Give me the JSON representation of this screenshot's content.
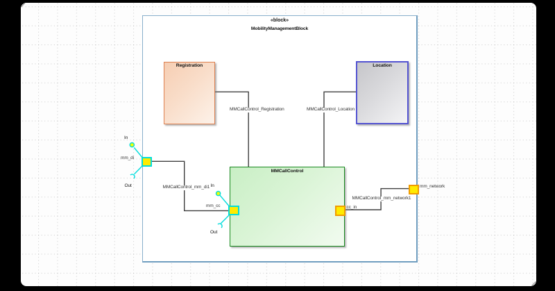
{
  "diagram": {
    "frame": {
      "stereotype": "«block»",
      "name": "MobilityManagementBlock"
    },
    "blocks": [
      {
        "id": "Registration",
        "title": "Registration",
        "border_color": "#dd8050",
        "fill_from": "#f6ceb3",
        "fill_to": "#fdf2e9"
      },
      {
        "id": "Location",
        "title": "Location",
        "border_color": "#5353d1",
        "fill_from": "#c6c6ca",
        "fill_to": "#f4f4f6"
      },
      {
        "id": "MMCallControl",
        "title": "MMCallControl",
        "border_color": "#15871b",
        "fill_from": "#c9efc5",
        "fill_to": "#f2fbf0"
      }
    ],
    "ports": [
      {
        "name": "mm_di",
        "on": "frame left edge",
        "border_color": "#00dcdc",
        "fill": "#ffeb00",
        "provided_label": "In",
        "required_label": "Out"
      },
      {
        "name": "mm_cc",
        "on": "MMCallControl left edge",
        "border_color": "#00dcdc",
        "fill": "#ffeb00",
        "provided_label": "In",
        "required_label": "Out"
      },
      {
        "name": "cc_in",
        "on": "MMCallControl right edge",
        "border_color": "#f09b00",
        "fill": "#ffeb00"
      },
      {
        "name": "mm_network",
        "on": "frame right edge",
        "border_color": "#f09b00",
        "fill": "#ffeb00"
      }
    ],
    "connectors": [
      {
        "label": "MMCallControl_Registration",
        "from": "Registration",
        "to": "MMCallControl"
      },
      {
        "label": "MMCallControl_Location",
        "from": "Location",
        "to": "MMCallControl"
      },
      {
        "label": "MMCallControl_mm_di1",
        "from": "mm_di",
        "to": "mm_cc"
      },
      {
        "label": "MMCallControl_mm_network1",
        "from": "cc_in",
        "to": "mm_network"
      }
    ],
    "colors": {
      "background": "#000000",
      "canvas": "#fdfdfd",
      "frame_border": "#87aecb",
      "connector": "#3e3e3e",
      "grid_dot": "#d2d2d2",
      "interface_cyan": "#00dcdc",
      "port_yellow": "#ffeb00",
      "port_orange_border": "#f09b00"
    }
  }
}
